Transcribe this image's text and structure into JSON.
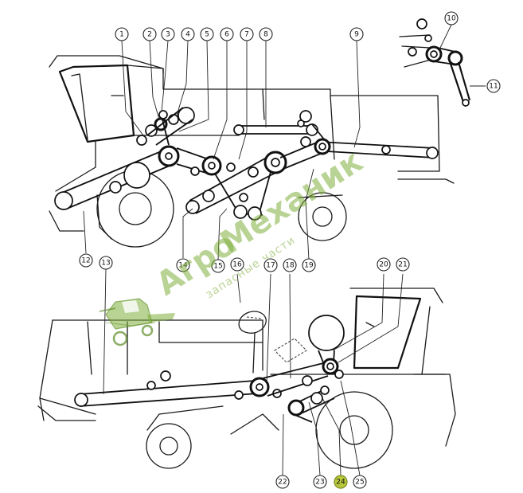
{
  "callouts": [
    {
      "n": "1"
    },
    {
      "n": "2"
    },
    {
      "n": "3"
    },
    {
      "n": "4"
    },
    {
      "n": "5"
    },
    {
      "n": "6"
    },
    {
      "n": "7"
    },
    {
      "n": "8"
    },
    {
      "n": "9"
    },
    {
      "n": "10"
    },
    {
      "n": "11"
    },
    {
      "n": "12"
    },
    {
      "n": "13"
    },
    {
      "n": "14"
    },
    {
      "n": "15"
    },
    {
      "n": "16"
    },
    {
      "n": "17"
    },
    {
      "n": "18"
    },
    {
      "n": "19"
    },
    {
      "n": "20"
    },
    {
      "n": "21"
    },
    {
      "n": "22"
    },
    {
      "n": "23"
    },
    {
      "n": "24",
      "highlight": true
    },
    {
      "n": "25"
    }
  ],
  "watermark": {
    "brand_part1": "Агро",
    "brand_part2": "Механик",
    "tagline": "запасные части",
    "color": "#7fae3c"
  },
  "highlight_color": "#b7c93a"
}
